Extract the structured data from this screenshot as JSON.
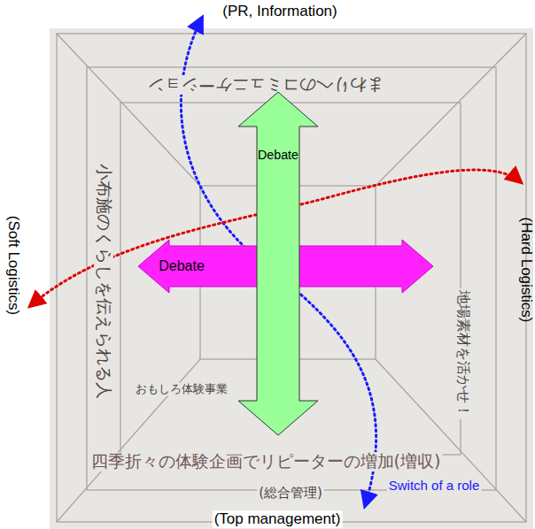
{
  "diagram": {
    "nodes": [
      {
        "text": [
          "Debate"
        ]
      },
      {
        "text": [
          "Debate"
        ]
      }
    ],
    "labels": [
      "(PR, Information)",
      "まわりへのコミュニケーション",
      "(Soft Logistics)",
      "小布施のくらしを伝えられる人",
      "(Hard Logistics)",
      "地場素材を活かせ！",
      "おもしろ体験事業",
      "四季折々の体験企画でリピーターの増加(増収)",
      "Switch of a role",
      "(総合管理)",
      "(Top management)"
    ]
  }
}
